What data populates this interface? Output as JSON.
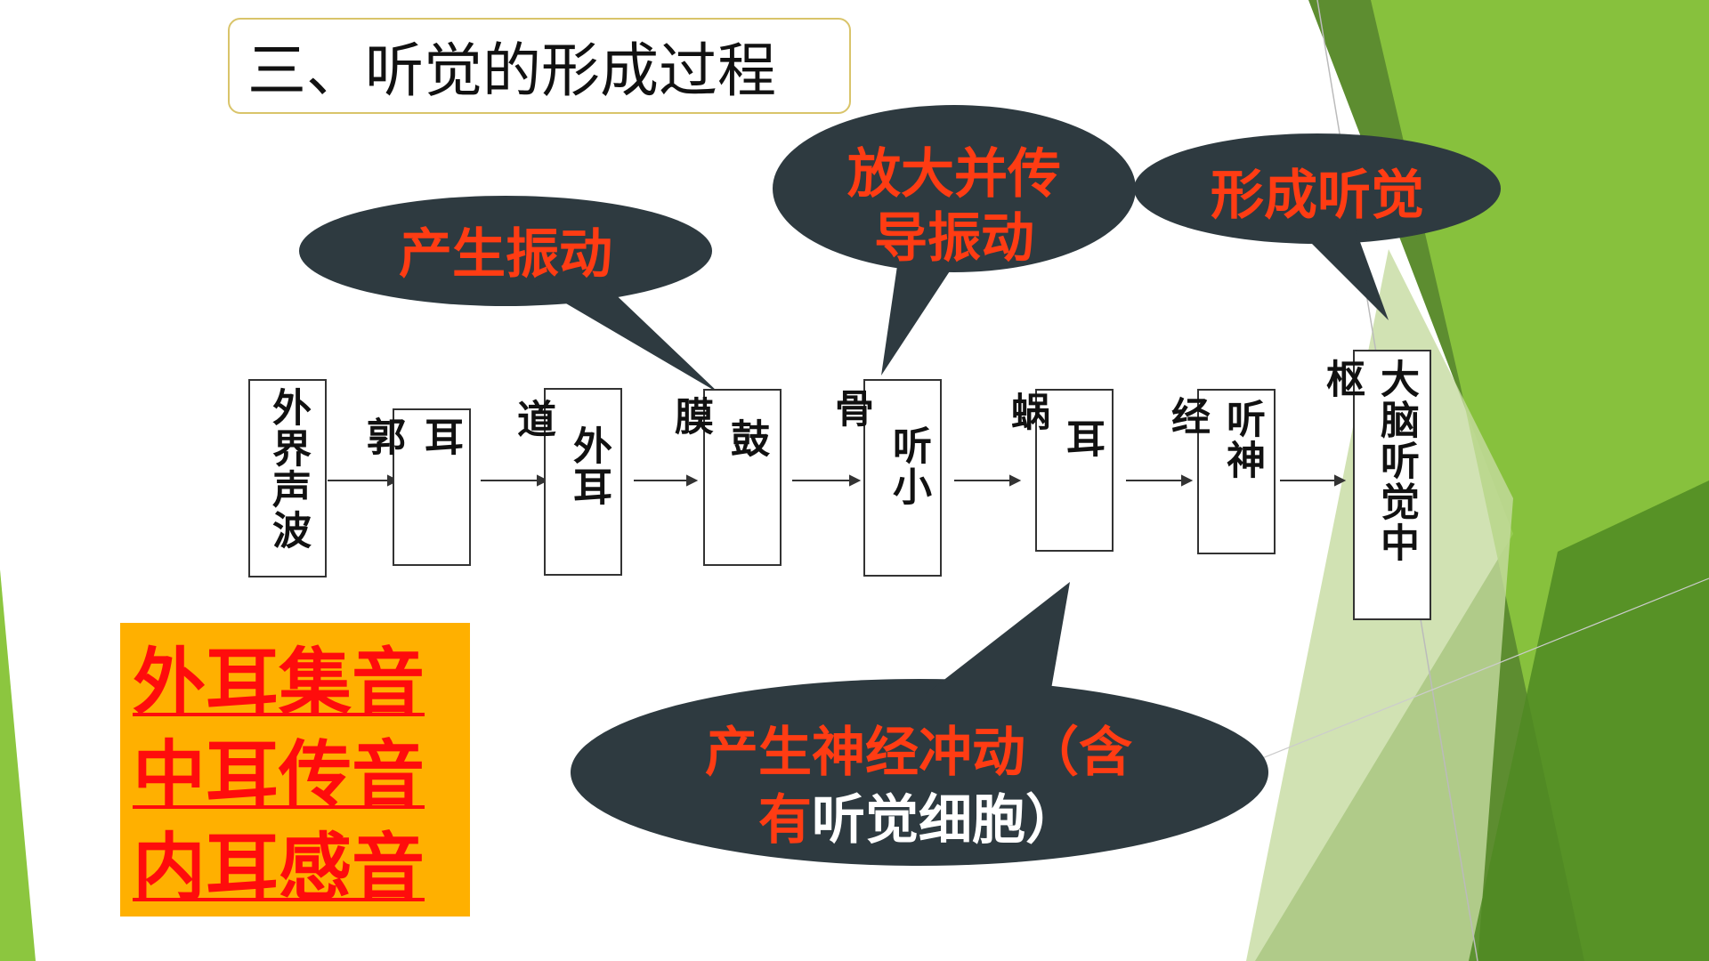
{
  "title": "三、听觉的形成过程",
  "nodes": [
    {
      "id": "waves",
      "lines": [
        "外界声波"
      ]
    },
    {
      "id": "pinna",
      "lines": [
        "耳",
        "郭"
      ]
    },
    {
      "id": "canal",
      "lines": [
        "外耳",
        "道"
      ]
    },
    {
      "id": "drum",
      "lines": [
        "鼓",
        "膜"
      ]
    },
    {
      "id": "ossicles",
      "lines": [
        "听小",
        "骨"
      ]
    },
    {
      "id": "cochlea",
      "lines": [
        "耳",
        "蜗"
      ]
    },
    {
      "id": "nerve",
      "lines": [
        "听神",
        "经"
      ]
    },
    {
      "id": "brain",
      "lines": [
        "大脑听觉中",
        "枢"
      ]
    }
  ],
  "bubbles": {
    "vibration": "产生振动",
    "amplify_line1": "放大并传",
    "amplify_line2": "导振动",
    "hearing": "形成听觉",
    "impulse_line1": "产生神经冲动（含",
    "impulse_line2_red": "有",
    "impulse_line2_white": "听觉细胞）"
  },
  "summary": [
    "外耳集音",
    "中耳传音",
    "内耳感音"
  ],
  "colors": {
    "bubble_fill": "#2e3a40",
    "bubble_text": "#ff3c13",
    "summary_bg": "#ffb000",
    "summary_text": "#ff0c0c",
    "green_dark": "#5a8a2e",
    "green_light": "#8cc63f"
  }
}
